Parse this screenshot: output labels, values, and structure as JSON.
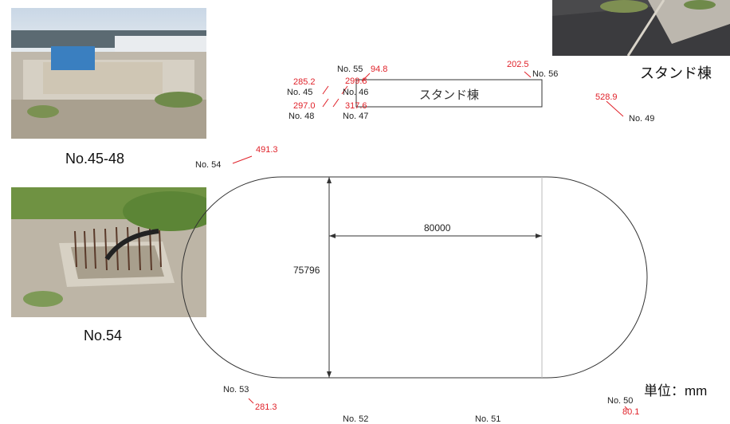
{
  "photos": {
    "p1_caption": "No.45-48",
    "p2_caption": "No.54",
    "p3_caption": "スタンド棟"
  },
  "diagram": {
    "stand_label": "スタンド棟",
    "width_dim": "80000",
    "height_dim": "75796",
    "unit": "単位：mm",
    "points": {
      "no45": "No. 45",
      "no46": "No. 46",
      "no47": "No. 47",
      "no48": "No. 48",
      "no49": "No. 49",
      "no50": "No. 50",
      "no51": "No. 51",
      "no52": "No. 52",
      "no53": "No. 53",
      "no54": "No. 54",
      "no55": "No. 55",
      "no56": "No. 56"
    },
    "values": {
      "v45": "285.2",
      "v46": "299.8",
      "v47": "317.6",
      "v48": "297.0",
      "v49": "528.9",
      "v50": "80.1",
      "v53": "281.3",
      "v54": "491.3",
      "v55": "94.8",
      "v56": "202.5"
    },
    "colors": {
      "value": "#e0222a",
      "line": "#333333"
    }
  }
}
